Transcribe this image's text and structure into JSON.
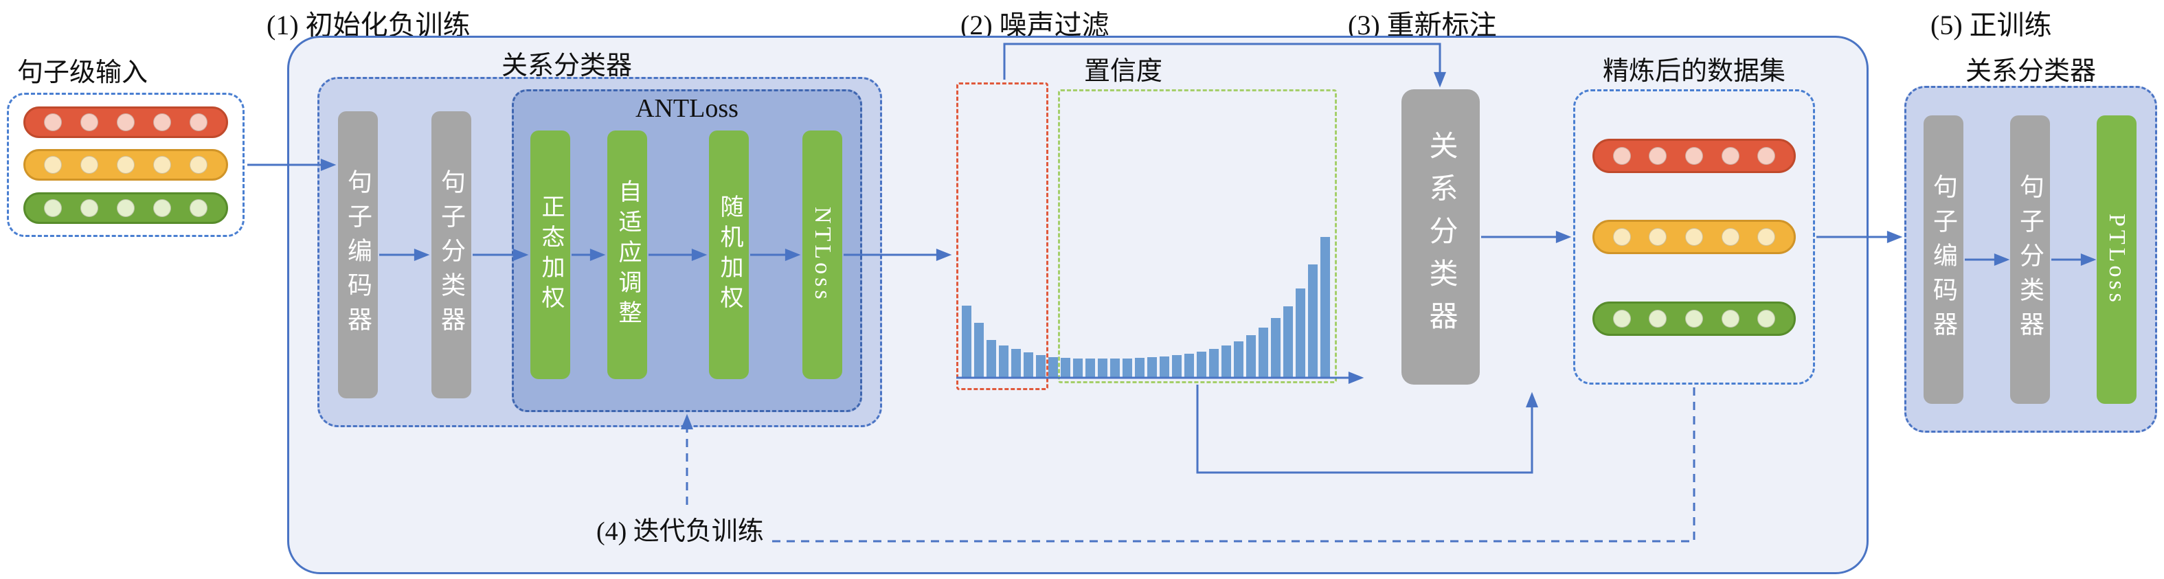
{
  "steps": {
    "s1": "(1) 初始化负训练",
    "s2": "(2) 噪声过滤",
    "s3": "(3) 重新标注",
    "s4": "(4) 迭代负训练",
    "s5": "(5) 正训练"
  },
  "input_panel": {
    "title": "句子级输入",
    "rows": [
      {
        "name": "red",
        "fill": "#e0593c",
        "border": "#c04a2c",
        "dot": "#f7cfc3",
        "dots": 5
      },
      {
        "name": "yellow",
        "fill": "#f2b33c",
        "border": "#d09428",
        "dot": "#fae9bd",
        "dots": 5
      },
      {
        "name": "green",
        "fill": "#70a83d",
        "border": "#578c2b",
        "dot": "#e4efcd",
        "dots": 5
      }
    ]
  },
  "neg_classifier": {
    "title": "关系分类器",
    "encoder": "句子编码器",
    "classifier": "句子分类器",
    "antloss": {
      "title": "ANTLoss",
      "module1": "正态加权",
      "module2": "自适应调整",
      "module3": "随机加权",
      "loss": "NTLoss"
    }
  },
  "confidence": {
    "title": "置信度"
  },
  "chart_data": {
    "type": "bar",
    "title": "置信度",
    "xlabel": "",
    "ylabel": "",
    "values": [
      105,
      80,
      55,
      47,
      42,
      37,
      33,
      30,
      29,
      28,
      28,
      28,
      28,
      28,
      29,
      30,
      31,
      33,
      35,
      38,
      42,
      47,
      53,
      62,
      73,
      87,
      104,
      130,
      165,
      205
    ],
    "ylim": [
      0,
      210
    ],
    "units": "estimated relative frequency (axes unlabeled)",
    "grid": false,
    "regions": [
      {
        "style": "red-dashed",
        "bars": [
          1,
          7
        ]
      },
      {
        "style": "green-dashed",
        "bars": [
          8,
          30
        ]
      }
    ]
  },
  "relabel": {
    "classifier": "关系分类器"
  },
  "refined_panel": {
    "title": "精炼后的数据集",
    "rows": [
      {
        "name": "red",
        "fill": "#e0593c",
        "border": "#c04a2c",
        "dot": "#f7cfc3",
        "dots": 5
      },
      {
        "name": "yellow",
        "fill": "#f2b33c",
        "border": "#d09428",
        "dot": "#fae9bd",
        "dots": 5
      },
      {
        "name": "green",
        "fill": "#70a83d",
        "border": "#578c2b",
        "dot": "#e4efcd",
        "dots": 5
      }
    ]
  },
  "pos_classifier": {
    "title": "关系分类器",
    "encoder": "句子编码器",
    "classifier": "句子分类器",
    "loss": "PTLoss"
  },
  "colors": {
    "arrow": "#4a74c4",
    "bar": "#6c9cd1",
    "gray_box": "#a6a6a6",
    "green_box": "#7fb84a",
    "outer_panel": "#eef1f9",
    "blue_panel": "#c9d3ed",
    "antloss_bg": "#9db1dc",
    "noise_region": "#e0593c",
    "clean_region": "#a5cf6a"
  }
}
